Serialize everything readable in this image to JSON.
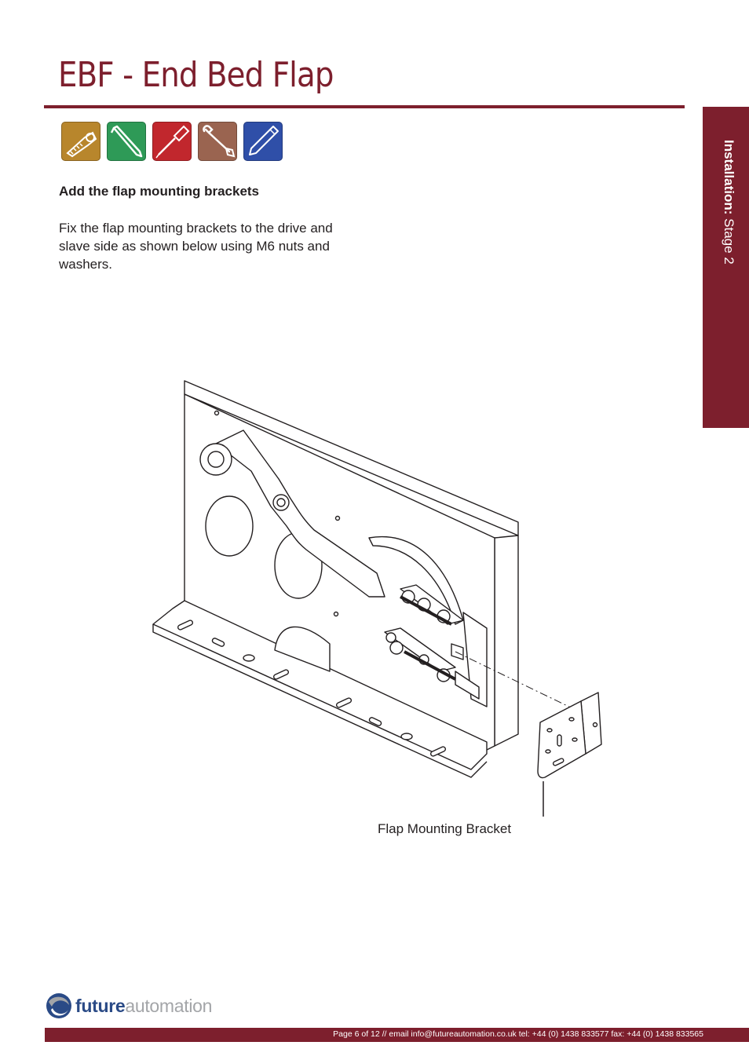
{
  "header": {
    "title": "EBF - End Bed Flap"
  },
  "side_tab": {
    "bold": "Installation:",
    "rest": " Stage 2"
  },
  "tools": [
    {
      "icon": "tape-measure-icon",
      "color": "#b8862c"
    },
    {
      "icon": "allen-key-icon",
      "color": "#2e9a57"
    },
    {
      "icon": "screwdriver-icon",
      "color": "#c1272d"
    },
    {
      "icon": "spanner-icon",
      "color": "#9a6450"
    },
    {
      "icon": "pencil-icon",
      "color": "#2f4fa8"
    }
  ],
  "content": {
    "heading": "Add the flap mounting brackets",
    "body": "Fix the flap mounting brackets to the drive and slave side as shown below using M6 nuts and washers."
  },
  "diagram": {
    "callout": "Flap Mounting Bracket"
  },
  "logo": {
    "word_a": "future",
    "word_b": "automation"
  },
  "footer": {
    "text": "Page 6 of 12 // email info@futureautomation.co.uk  tel: +44 (0) 1438 833577  fax: +44 (0) 1438 833565"
  },
  "colors": {
    "brand": "#7d1f2d",
    "logo_blue": "#2a4a86",
    "logo_grey": "#a3a5a8"
  }
}
